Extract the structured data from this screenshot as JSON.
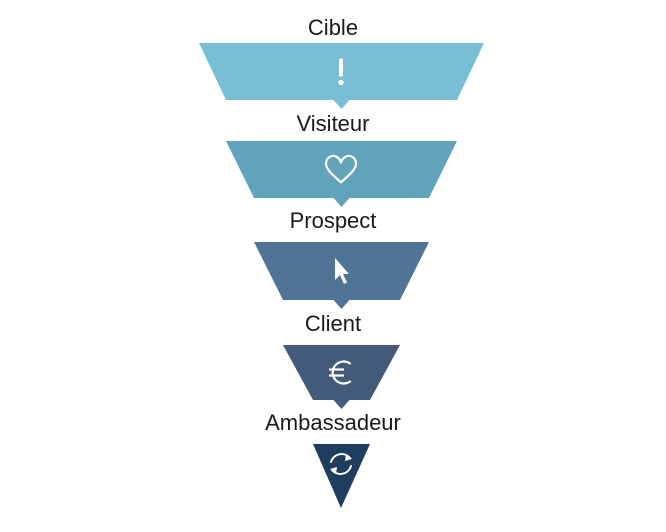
{
  "funnel": {
    "stages": [
      {
        "label": "Cible",
        "icon": "exclamation-icon",
        "color": "#78bfd4"
      },
      {
        "label": "Visiteur",
        "icon": "heart-icon",
        "color": "#60a3bb"
      },
      {
        "label": "Prospect",
        "icon": "cursor-icon",
        "color": "#4f7496"
      },
      {
        "label": "Client",
        "icon": "euro-icon",
        "color": "#435a78"
      },
      {
        "label": "Ambassadeur",
        "icon": "refresh-icon",
        "color": "#1f3d5e"
      }
    ],
    "icon_color": "#ffffff"
  }
}
